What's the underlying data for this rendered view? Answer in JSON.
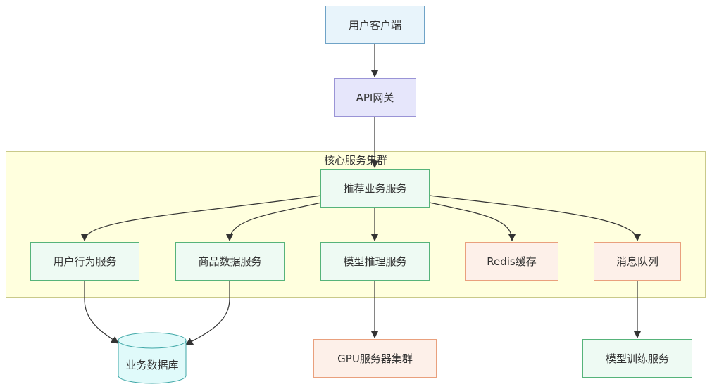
{
  "nodes": {
    "client": "用户客户端",
    "gateway": "API网关",
    "cluster_title": "核心服务集群",
    "recommend": "推荐业务服务",
    "behavior": "用户行为服务",
    "product": "商品数据服务",
    "inference": "模型推理服务",
    "redis": "Redis缓存",
    "mq": "消息队列",
    "database": "业务数据库",
    "gpu": "GPU服务器集群",
    "training": "模型训练服务"
  },
  "colors": {
    "client_fill": "#e8f4fb",
    "gateway_fill": "#e6e6fb",
    "service_fill": "#eefaf3",
    "storage_fill": "#fdf0e9",
    "database_fill": "#e0fafa",
    "cluster_fill": "#ffffde",
    "edge": "#333333"
  }
}
